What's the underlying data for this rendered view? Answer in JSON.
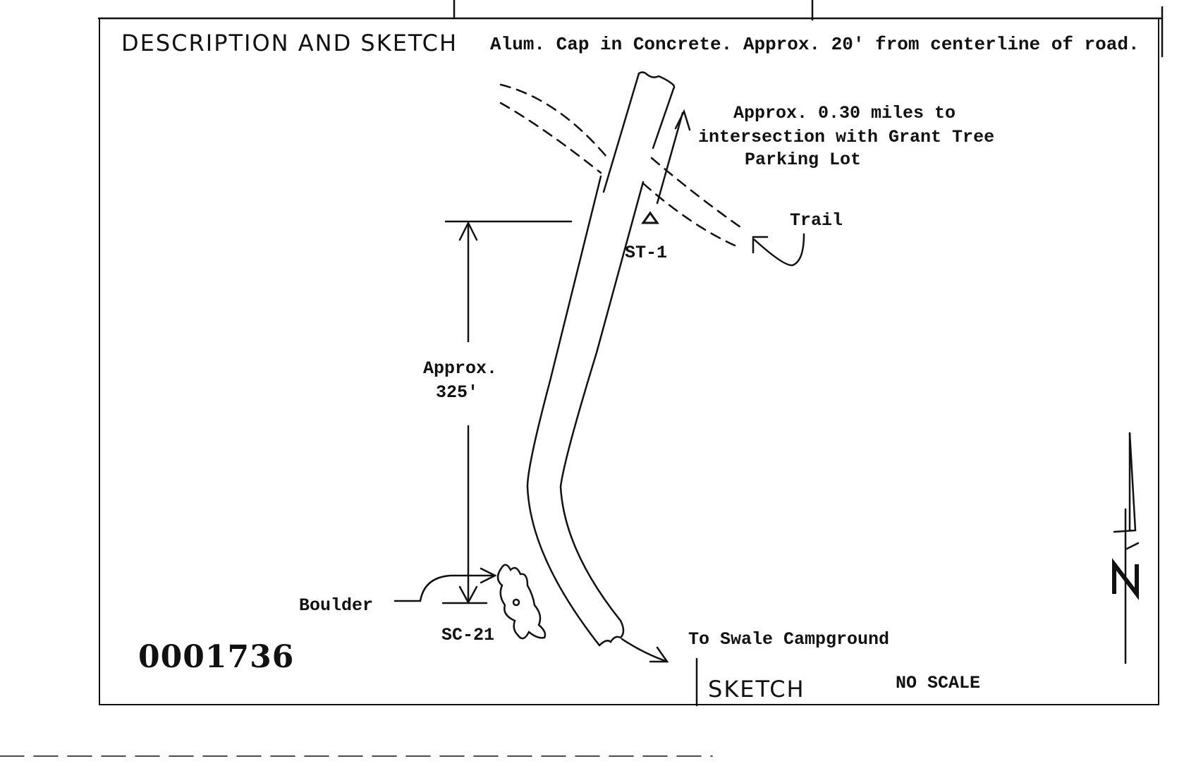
{
  "header": {
    "heading": "DESCRIPTION  AND  SKETCH",
    "description": "Alum. Cap in Concrete. Approx. 20' from centerline of road."
  },
  "sketch": {
    "distance_note_line1": "Approx. 0.30 miles to",
    "distance_note_line2": "intersection with Grant Tree",
    "distance_note_line3": "Parking Lot",
    "trail_label": "Trail",
    "station_st1": "ST-1",
    "dimension_line1": "Approx.",
    "dimension_line2": "325'",
    "boulder_label": "Boulder",
    "station_sc21": "SC-21",
    "campground_note": "To Swale Campground",
    "north_label": "N"
  },
  "footer": {
    "document_number": "0001736",
    "sketch_label": "SKETCH",
    "scale_label": "NO SCALE"
  }
}
